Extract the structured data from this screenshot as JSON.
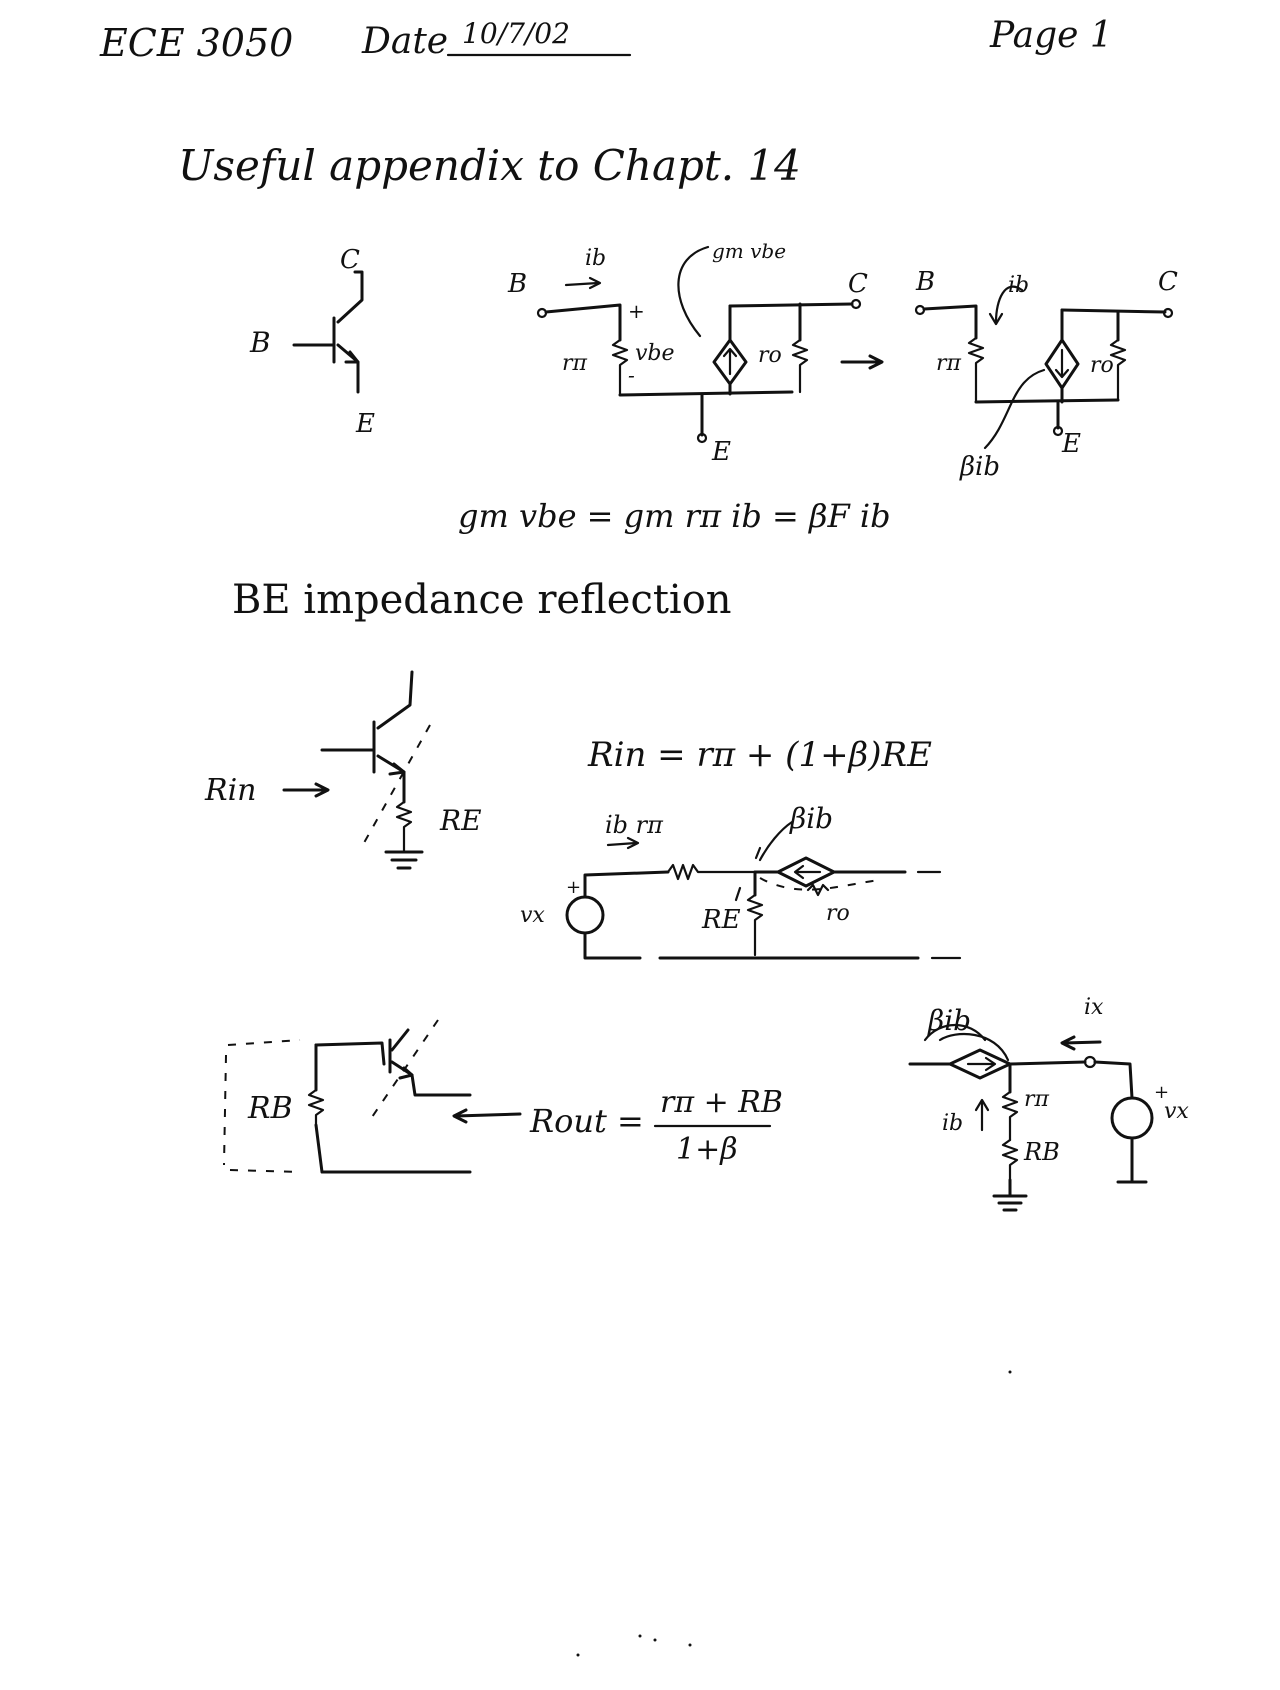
{
  "header": {
    "course": "ECE 3050",
    "date_label": "Date",
    "date_value": "10/7/02",
    "page_label": "Page 1"
  },
  "title": "Useful appendix to Chapt. 14",
  "section1": {
    "bjt_labels": {
      "b": "B",
      "c": "C",
      "e": "E"
    },
    "model_a": {
      "b": "B",
      "c": "C",
      "e": "E",
      "ib": "ib",
      "gm": "gm vbe",
      "plus": "+",
      "minus": "-",
      "vbe": "vbe",
      "rpi": "rπ",
      "ro": "ro"
    },
    "model_b": {
      "b": "B",
      "c": "C",
      "e": "E",
      "ib": "ib",
      "rpi": "rπ",
      "ro": "ro",
      "beta_ib": "βib"
    },
    "equation": "gm vbe = gm rπ ib = βF ib"
  },
  "section2": {
    "heading": "BE impedance reflection",
    "rin_label": "Rin",
    "re_label": "RE",
    "equation": "Rin = rπ + (1+β)RE",
    "circuit": {
      "ib_rpi": "ib rπ",
      "beta_ib": "βib",
      "vx": "vx",
      "plus": "+",
      "re": "RE",
      "ro": "ro"
    }
  },
  "section3": {
    "rb_label": "RB",
    "rout_label": "Rout =",
    "numerator": "rπ + RB",
    "denominator": "1+β",
    "circuit": {
      "beta_ib": "βib",
      "ix": "ix",
      "ib": "ib",
      "rpi": "rπ",
      "rb": "RB",
      "vx": "vx",
      "plus": "+"
    }
  }
}
